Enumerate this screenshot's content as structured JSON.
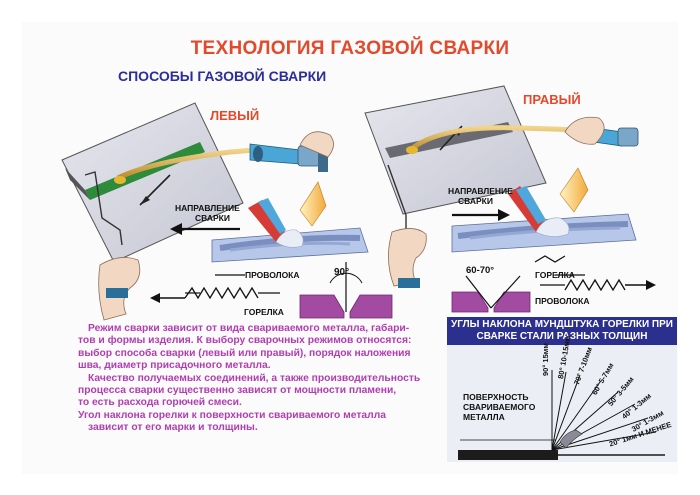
{
  "title": "ТЕХНОЛОГИЯ ГАЗОВОЙ СВАРКИ",
  "subtitle": "СПОСОБЫ ГАЗОВОЙ СВАРКИ",
  "left_method": {
    "label": "ЛЕВЫЙ",
    "direction_line1": "НАПРАВЛЕНИЕ",
    "direction_line2": "СВАРКИ",
    "wire": "ПРОВОЛОКА",
    "torch": "ГОРЕЛКА",
    "angle": "90°"
  },
  "right_method": {
    "label": "ПРАВЫЙ",
    "direction_line1": "НАПРАВЛЕНИЕ",
    "direction_line2": "СВАРКИ",
    "angle": "60-70°",
    "torch": "ГОРЕЛКА",
    "wire": "ПРОВОЛОКА"
  },
  "paragraph": [
    "Режим сварки зависит от вида свариваемого металла, габари-",
    "тов и формы изделия. К выбору сварочных режимов относятся:",
    "выбор способа сварки (левый или правый), порядок наложения",
    "шва, диаметр присадочного металла.",
    "Качество получаемых соединений, а также производительность",
    "процесса сварки существенно зависят от мощности пламени,",
    "то есть расхода горючей смеси.",
    "Угол наклона горелки к поверхности свариваемого металла",
    "зависит от его марки и толщины."
  ],
  "angles": {
    "title": "УГЛЫ НАКЛОНА МУНДШТУКА ГОРЕЛКИ ПРИ СВАРКЕ СТАЛИ РАЗНЫХ ТОЛЩИН",
    "surface_line1": "ПОВЕРХНОСТЬ",
    "surface_line2": "СВАРИВАЕМОГО",
    "surface_line3": "МЕТАЛЛА",
    "rays": [
      {
        "angle": "90°",
        "thickness": "15мм"
      },
      {
        "angle": "80°",
        "thickness": "10-15мм"
      },
      {
        "angle": "70°",
        "thickness": "7-10мм"
      },
      {
        "angle": "60°",
        "thickness": "5-7мм"
      },
      {
        "angle": "50°",
        "thickness": "3-5мм"
      },
      {
        "angle": "40°",
        "thickness": "1-3мм"
      },
      {
        "angle": "30°",
        "thickness": "1-3мм"
      },
      {
        "angle": "20°",
        "thickness": "1мм И МЕНЕЕ"
      }
    ]
  }
}
